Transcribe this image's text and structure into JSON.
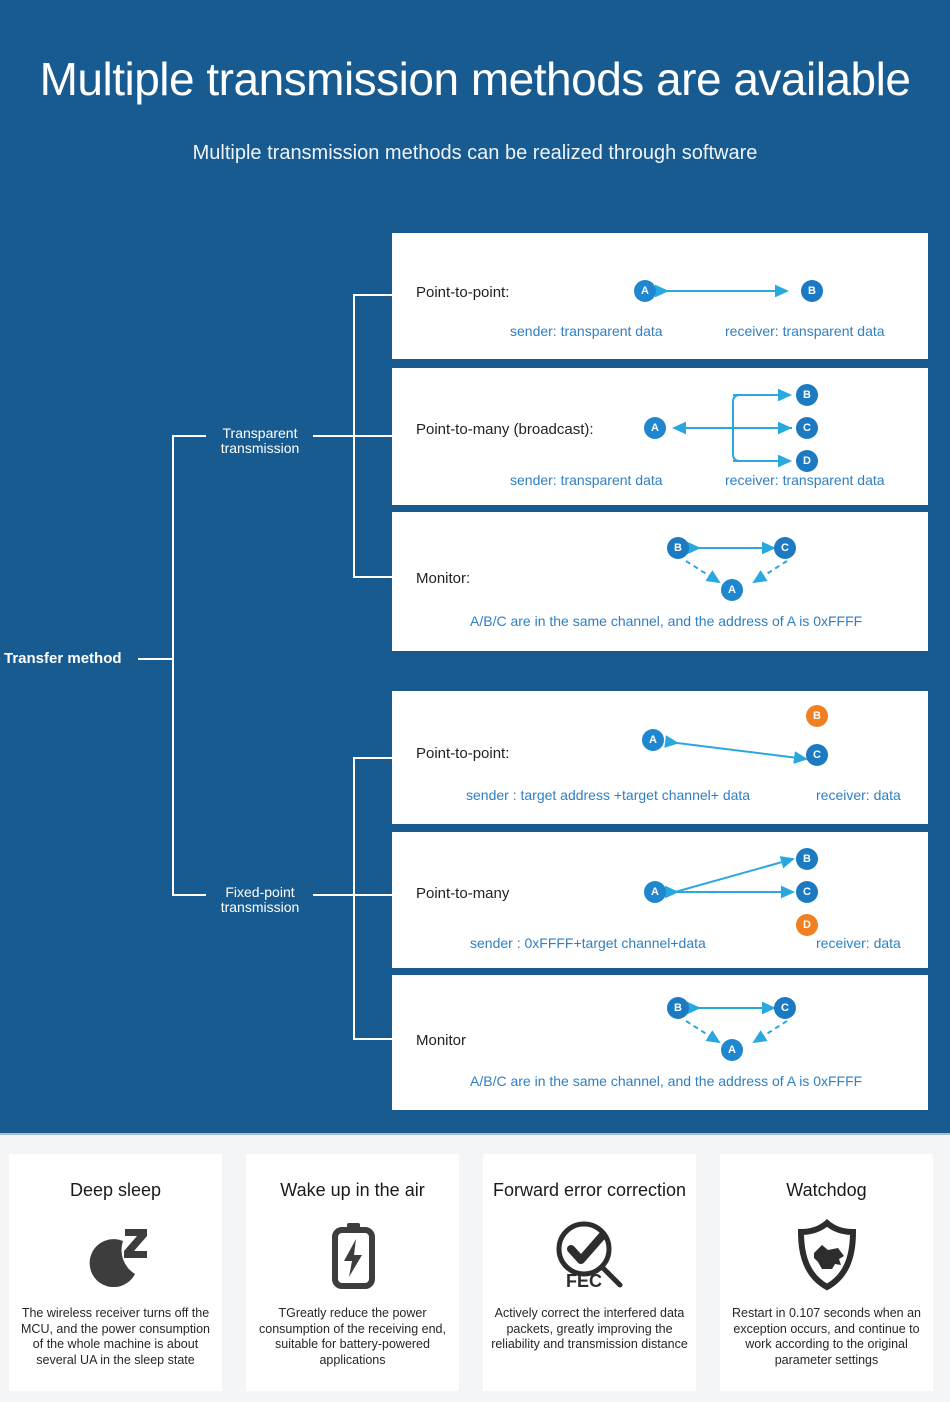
{
  "header": {
    "title": "Multiple transmission methods are available",
    "subtitle": "Multiple transmission methods can be realized through software"
  },
  "tree": {
    "root_label": "Transfer method",
    "branches": [
      {
        "label": "Transparent\ntransmission"
      },
      {
        "label": "Fixed-point\ntransmission"
      }
    ]
  },
  "cards": [
    {
      "id": "transparent-point-to-point",
      "label": "Point-to-point:",
      "sender_note": "sender: transparent data",
      "receiver_note": "receiver: transparent data",
      "nodes": [
        "A",
        "B"
      ]
    },
    {
      "id": "transparent-point-to-many",
      "label": "Point-to-many (broadcast):",
      "sender_note": "sender: transparent data",
      "receiver_note": "receiver: transparent data",
      "nodes": [
        "A",
        "B",
        "C",
        "D"
      ]
    },
    {
      "id": "transparent-monitor",
      "label": "Monitor:",
      "note": "A/B/C are in the same channel, and the address of A is 0xFFFF",
      "nodes": [
        "B",
        "C",
        "A"
      ]
    },
    {
      "id": "fixed-point-to-point",
      "label": "Point-to-point:",
      "sender_note": "sender : target address +target channel+ data",
      "receiver_note": "receiver: data",
      "nodes": [
        "A",
        "B",
        "C"
      ]
    },
    {
      "id": "fixed-point-to-many",
      "label": "Point-to-many",
      "sender_note": "sender : 0xFFFF+target channel+data",
      "receiver_note": "receiver: data",
      "nodes": [
        "A",
        "B",
        "C",
        "D"
      ]
    },
    {
      "id": "fixed-monitor",
      "label": "Monitor",
      "note": "A/B/C are in the same channel, and the address of A is 0xFFFF",
      "nodes": [
        "B",
        "C",
        "A"
      ]
    }
  ],
  "features": [
    {
      "title": "Deep sleep",
      "icon": "moon-z-icon",
      "desc": "The wireless receiver turns off the MCU, and the power consumption of the whole machine is about several UA in the sleep state"
    },
    {
      "title": "Wake up in the air",
      "icon": "battery-bolt-icon",
      "desc": "TGreatly reduce the power consumption of the receiving end, suitable for battery-powered applications"
    },
    {
      "title": "Forward error correction",
      "icon": "fec-magnifier-check-icon",
      "desc": "Actively correct the interfered data packets, greatly improving the reliability and transmission distance"
    },
    {
      "title": "Watchdog",
      "icon": "shield-dog-icon",
      "desc": "Restart in 0.107 seconds when an exception occurs, and continue to work according to the original parameter settings"
    }
  ],
  "colors": {
    "panel_bg": "#175b91",
    "node_blue": "#1f87cf",
    "node_orange": "#f08022",
    "arrow": "#29a8e0",
    "note_text": "#2f7fc4",
    "strip_bg": "#f4f5f6"
  }
}
